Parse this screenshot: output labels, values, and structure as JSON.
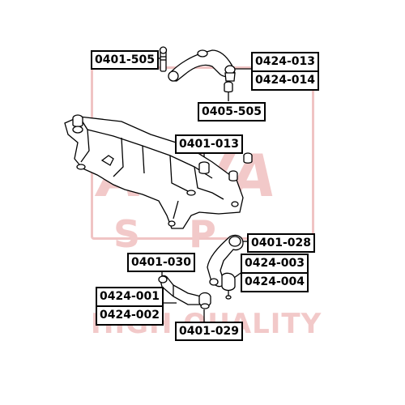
{
  "watermark": {
    "logo_text": "ASVA",
    "sub_text": "S P",
    "tagline": "HIGH QUALITY",
    "color": "#f2c9c9"
  },
  "labels": {
    "stabilizer_link": "0401-505",
    "upper_arm_a": "0424-013",
    "upper_arm_b": "0424-014",
    "upper_bushing": "0405-505",
    "subframe_bushing": "0401-013",
    "lower_front_bushing": "0401-028",
    "lower_arm_a": "0424-003",
    "lower_arm_b": "0424-004",
    "rear_link_bushing": "0401-030",
    "rear_link_a": "0424-001",
    "rear_link_b": "0424-002",
    "rear_link_ball": "0401-029"
  }
}
